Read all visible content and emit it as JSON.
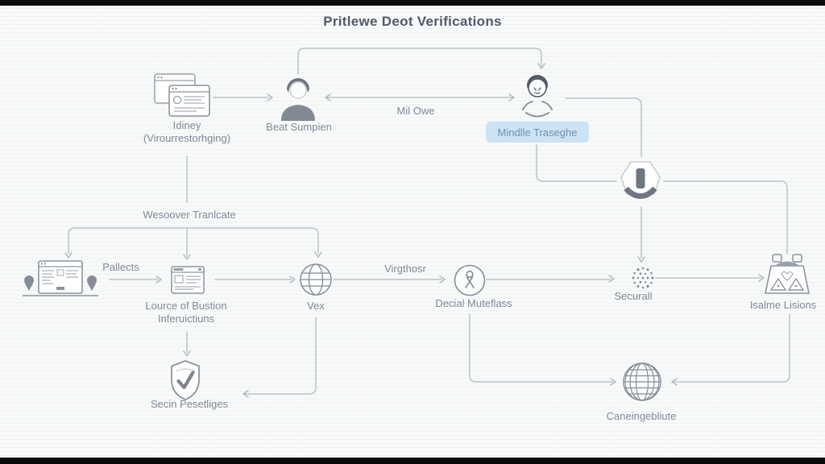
{
  "title": "Pritlewe Deot Verifications",
  "colors": {
    "background": "#f8f9f9",
    "letterbox": "#0b0b0c",
    "line": "#bcc2ca",
    "icon": "#8d949e",
    "icon_dark": "#6f7681",
    "label": "#808a96",
    "title_text": "#515b6b",
    "badge_bg": "#cde2f3",
    "badge_text": "#6c92b5"
  },
  "nodes": {
    "idiney": {
      "line1": "Idiney",
      "line2": "(Virourrestorhging)"
    },
    "beat_sumpien": {
      "label": "Beat Sumpien"
    },
    "mindlle_traseghe": {
      "badge": "Mindlle Traseghe"
    },
    "lource": {
      "line1": "Lource of Bustion",
      "line2": "Inferuictiuns"
    },
    "vex": {
      "label": "Vex"
    },
    "decial_muteflass": {
      "label": "Decial Muteflass"
    },
    "securall": {
      "label": "Securall"
    },
    "isalme_lisions": {
      "label": "Isalme Lisions"
    },
    "secin_pesetliges": {
      "label": "Secin Pesetliges"
    },
    "caneingebliute": {
      "label": "Caneingebliute"
    }
  },
  "edge_labels": {
    "mil_owe": "Mil Owe",
    "wesoover_tranlcate": "Wesoover Tranlcate",
    "pallects": "Pallects",
    "virgthosr": "Virgthosr"
  }
}
